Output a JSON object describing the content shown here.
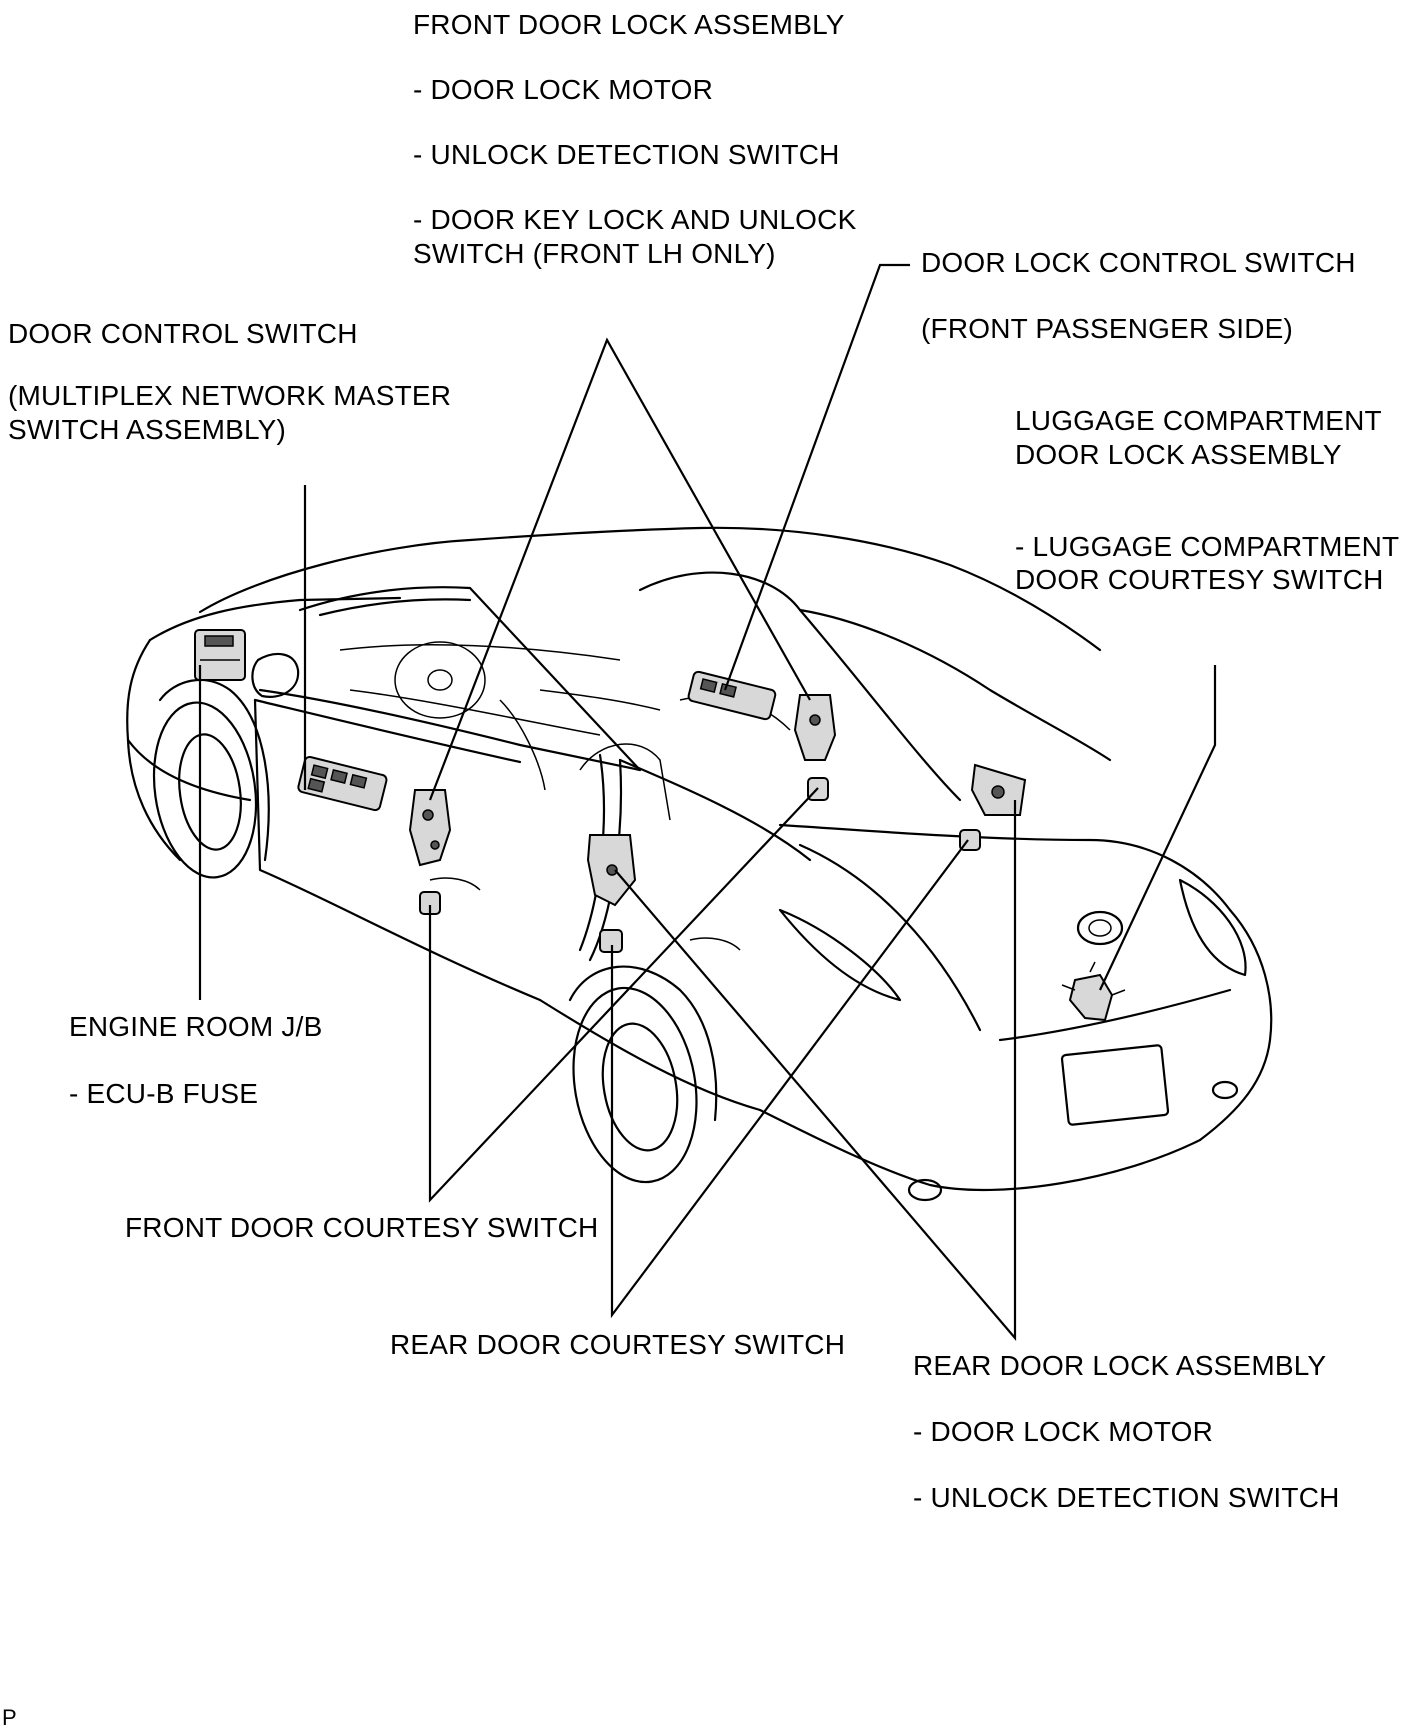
{
  "labels": {
    "front_door_lock": [
      "FRONT DOOR LOCK ASSEMBLY",
      "- DOOR LOCK MOTOR",
      "- UNLOCK DETECTION SWITCH",
      "- DOOR KEY LOCK AND UNLOCK",
      "SWITCH (FRONT LH ONLY)"
    ],
    "door_lock_control": [
      "DOOR LOCK CONTROL SWITCH",
      "(FRONT PASSENGER SIDE)"
    ],
    "door_control_switch": [
      "DOOR CONTROL SWITCH",
      "(MULTIPLEX NETWORK MASTER",
      "SWITCH ASSEMBLY)"
    ],
    "luggage_lock": [
      "LUGGAGE COMPARTMENT",
      "DOOR LOCK ASSEMBLY",
      "- LUGGAGE COMPARTMENT",
      "DOOR COURTESY SWITCH"
    ],
    "engine_room": [
      "ENGINE ROOM J/B",
      "- ECU-B FUSE"
    ],
    "front_courtesy": "FRONT DOOR COURTESY SWITCH",
    "rear_courtesy": "REAR DOOR COURTESY SWITCH",
    "rear_door_lock": [
      "REAR DOOR LOCK ASSEMBLY",
      "- DOOR LOCK MOTOR",
      "- UNLOCK DETECTION SWITCH"
    ]
  },
  "figure_code": "P"
}
